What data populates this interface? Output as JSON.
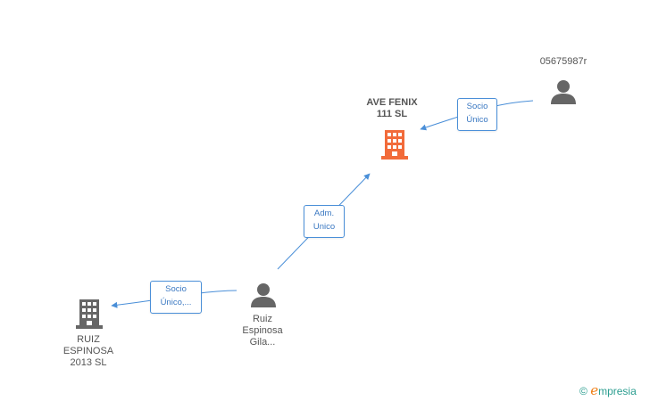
{
  "nodes": {
    "ave_fenix": {
      "lines": [
        "AVE FENIX",
        "111 SL"
      ],
      "type": "company",
      "color": "#f26b3a"
    },
    "ruiz_espinosa_2013": {
      "lines": [
        "RUIZ",
        "ESPINOSA",
        "2013  SL"
      ],
      "type": "company",
      "color": "#666666"
    },
    "person_05675987r": {
      "lines": [
        "05675987r"
      ],
      "type": "person",
      "color": "#666666"
    },
    "person_ruiz_gila": {
      "lines": [
        "Ruiz",
        "Espinosa",
        "Gila..."
      ],
      "type": "person",
      "color": "#666666"
    }
  },
  "edges": {
    "socio_unico_top": {
      "lines": [
        "Socio",
        "Único"
      ]
    },
    "adm_unico": {
      "lines": [
        "Adm.",
        "Unico"
      ]
    },
    "socio_unico_left": {
      "lines": [
        "Socio",
        "Único,..."
      ]
    }
  },
  "colors": {
    "edge": "#4a8fd8",
    "highlight": "#f26b3a",
    "muted": "#666666"
  },
  "brand": {
    "copyright": "©",
    "e": "e",
    "name": "mpresia"
  }
}
